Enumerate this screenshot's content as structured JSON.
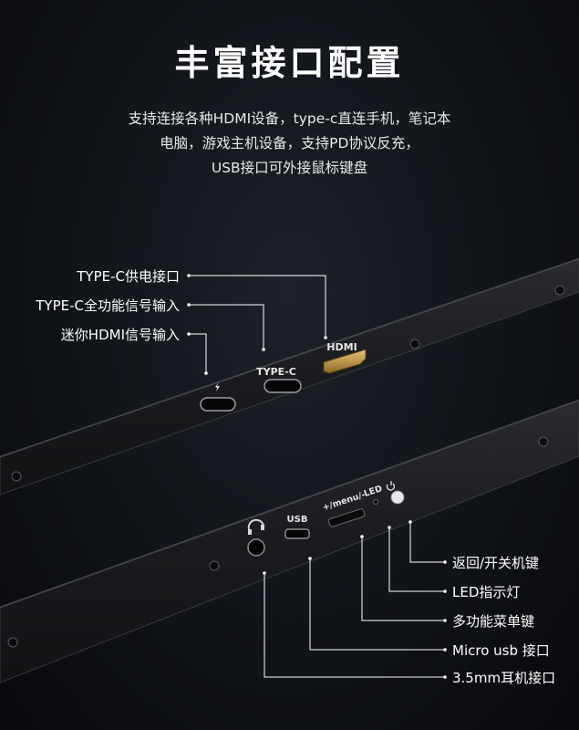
{
  "title": "丰富接口配置",
  "description": [
    "支持连接各种HDMI设备，type-c直连手机，笔记本",
    "电脑，游戏主机设备，支持PD协议反充，",
    "USB接口可外接鼠标键盘"
  ],
  "top_panel": {
    "callouts": [
      "TYPE-C供电接口",
      "TYPE-C全功能信号输入",
      "迷你HDMI信号输入"
    ],
    "printed_labels": {
      "typec": "TYPE-C",
      "hdmi": "HDMI"
    }
  },
  "bottom_panel": {
    "callouts": [
      "返回/开关机键",
      "LED指示灯",
      "多功能菜单键",
      "Micro usb 接口",
      "3.5mm耳机接口"
    ],
    "printed_labels": {
      "usb": "USB",
      "menu": "+/menu/-",
      "led": "LED"
    }
  },
  "colors": {
    "background": "#0e1014",
    "panel": "#1a1b1e",
    "hdmi_port": "#c9a04a",
    "text": "#ffffff"
  }
}
